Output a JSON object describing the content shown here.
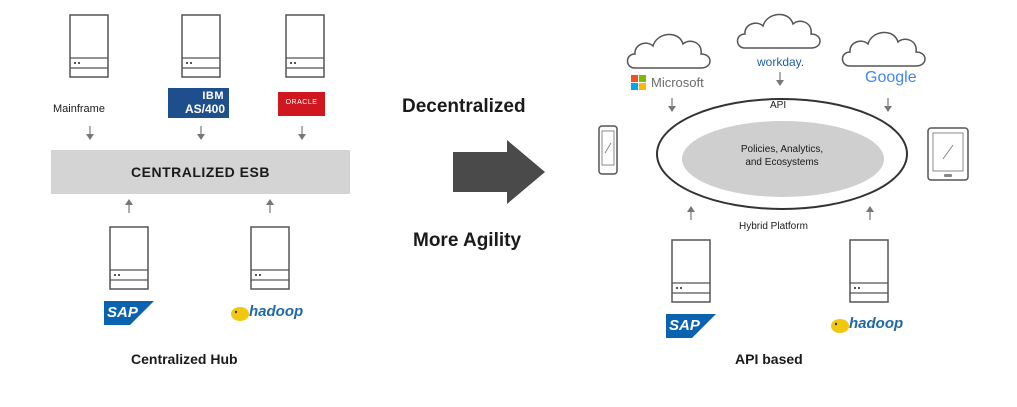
{
  "left": {
    "mainframe_label": "Mainframe",
    "ibm_line1": "IBM",
    "ibm_line2": "AS/400",
    "oracle_label": "ORACLE",
    "esb_label": "CENTRALIZED ESB",
    "sap_label": "SAP",
    "hadoop_label": "hadoop",
    "caption": "Centralized Hub"
  },
  "middle": {
    "top_text": "Decentralized",
    "bottom_text": "More Agility"
  },
  "right": {
    "microsoft_label": "Microsoft",
    "workday_label": "workday.",
    "google_label": "Google",
    "api_label": "API",
    "core_line1": "Policies, Analytics,",
    "core_line2": "and Ecosystems",
    "hybrid_label": "Hybrid Platform",
    "sap_label": "SAP",
    "hadoop_label": "hadoop",
    "caption": "API based"
  },
  "colors": {
    "esb_bar": "#d4d4d4",
    "ibm_blue": "#1f4e8c",
    "oracle_red": "#d0161e",
    "sap_blue": "#0a63b0",
    "hadoop_yellow": "#f2c80f",
    "big_arrow": "#4a4a4a",
    "core_ellipse": "#cfcfcf"
  }
}
